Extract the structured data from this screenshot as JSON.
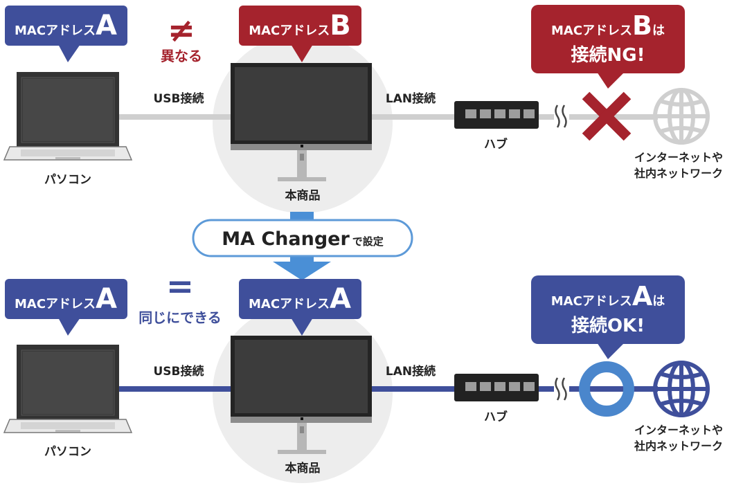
{
  "colors": {
    "blue": "#3f4f9b",
    "red": "#a5232d",
    "gray_line": "#cfcfcf",
    "circle_bg": "#ededed",
    "ok_circle": "#4a86cc",
    "arrow_blue": "#4a8fd6",
    "pill_border": "#5d9ad8"
  },
  "top": {
    "pc_bubble": {
      "prefix": "MACアドレス",
      "letter": "A"
    },
    "not_equal": {
      "symbol": "≠",
      "label": "異なる"
    },
    "device_bubble": {
      "prefix": "MACアドレス",
      "letter": "B"
    },
    "result_bubble": {
      "prefix": "MACアドレス",
      "letter": "B",
      "suffix": "は",
      "line2": "接続NG!"
    },
    "usb_label": "USB接続",
    "lan_label": "LAN接続",
    "hub_label": "ハブ",
    "pc_label": "パソコン",
    "device_label": "本商品",
    "internet_line1": "インターネットや",
    "internet_line2": "社内ネットワーク",
    "status_icon": "cross-icon"
  },
  "middle": {
    "app_name": "MA Changer",
    "suffix": "で設定"
  },
  "bottom": {
    "pc_bubble": {
      "prefix": "MACアドレス",
      "letter": "A"
    },
    "equal": {
      "symbol": "=",
      "label": "同じにできる"
    },
    "device_bubble": {
      "prefix": "MACアドレス",
      "letter": "A"
    },
    "result_bubble": {
      "prefix": "MACアドレス",
      "letter": "A",
      "suffix": "は",
      "line2": "接続OK!"
    },
    "usb_label": "USB接続",
    "lan_label": "LAN接続",
    "hub_label": "ハブ",
    "pc_label": "パソコン",
    "device_label": "本商品",
    "internet_line1": "インターネットや",
    "internet_line2": "社内ネットワーク",
    "status_icon": "circle-ok-icon"
  }
}
